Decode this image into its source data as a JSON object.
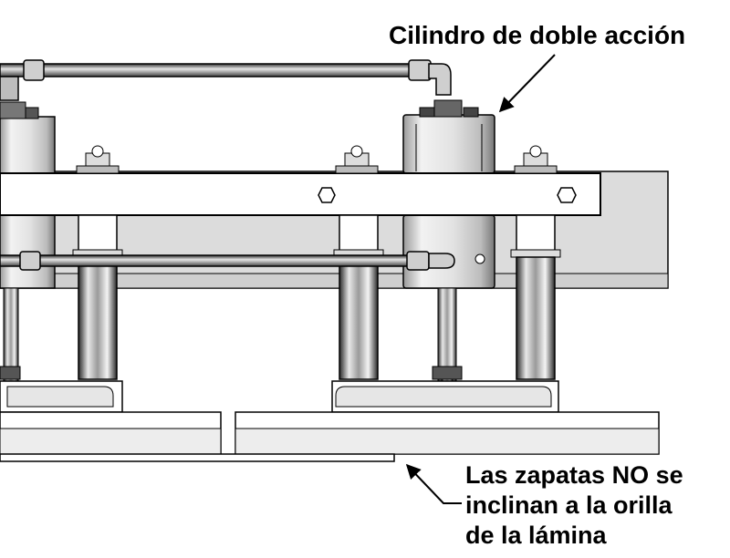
{
  "callouts": {
    "cylinder_label": "Cilindro de doble acción",
    "pads_note_lines": [
      "Las zapatas NO se",
      "inclinan a la orilla",
      "de la lámina"
    ]
  },
  "colors": {
    "ink": "#000000",
    "frame_fill": "#ffffff",
    "shade": "#d8d8d8",
    "metal_light": "#f0f0f0",
    "metal_mid": "#bdbdbd",
    "metal_dark": "#3a3a3a"
  }
}
